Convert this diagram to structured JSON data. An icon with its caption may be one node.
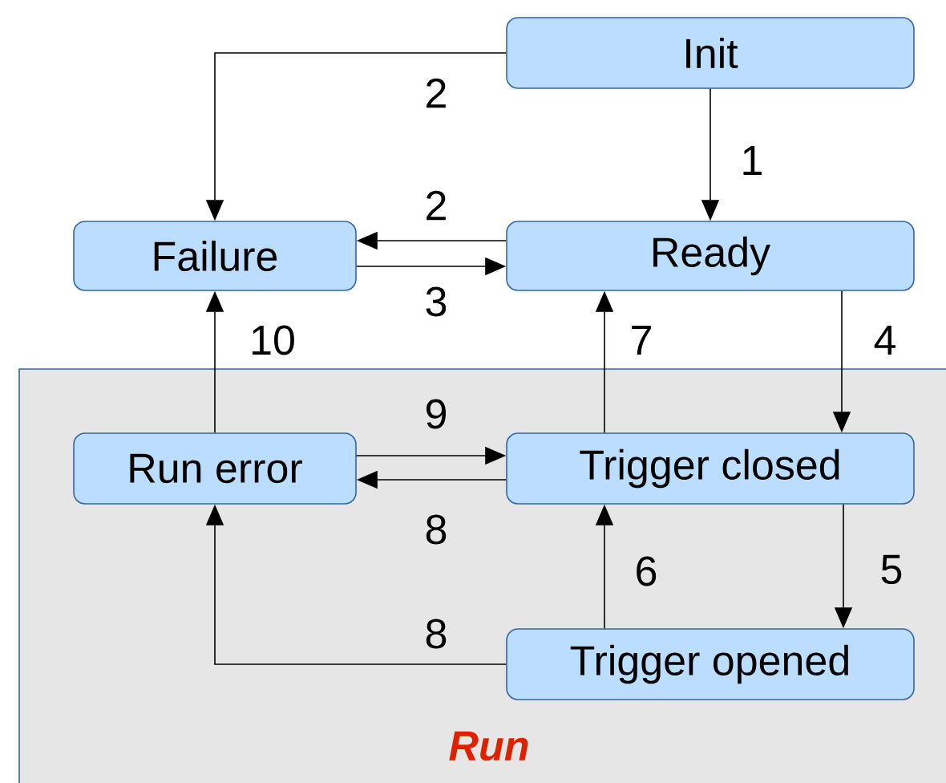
{
  "diagram": {
    "nodes": [
      {
        "text": [
          "Init"
        ]
      },
      {
        "text": [
          "Failure"
        ]
      },
      {
        "text": [
          "Ready"
        ]
      },
      {
        "text": [
          "Run"
        ]
      },
      {
        "text": [
          "Run error"
        ],
        "in": 3
      },
      {
        "text": [
          "Trigger closed"
        ],
        "in": 3
      },
      {
        "text": [
          "Trigger opened"
        ],
        "in": 3
      }
    ],
    "edges": [
      {
        "from": 0,
        "to": 2,
        "arrow": "to",
        "label": "1"
      },
      {
        "from": 0,
        "to": 1,
        "arrow": "to",
        "label": "2"
      },
      {
        "from": 2,
        "to": 1,
        "arrow": "to",
        "label": "2"
      },
      {
        "from": 1,
        "to": 2,
        "arrow": "to",
        "label": "3"
      },
      {
        "from": 2,
        "to": 5,
        "arrow": "to",
        "label": "4"
      },
      {
        "from": 5,
        "to": 6,
        "arrow": "to",
        "label": "5"
      },
      {
        "from": 6,
        "to": 5,
        "arrow": "to",
        "label": "6"
      },
      {
        "from": 5,
        "to": 2,
        "arrow": "to",
        "label": "7"
      },
      {
        "from": 4,
        "to": 5,
        "arrow": "to",
        "label": "9"
      },
      {
        "from": 5,
        "to": 4,
        "arrow": "to",
        "label": "8"
      },
      {
        "from": 6,
        "to": 4,
        "arrow": "to",
        "label": "8"
      },
      {
        "from": 4,
        "to": 1,
        "arrow": "to",
        "label": "10"
      }
    ]
  }
}
